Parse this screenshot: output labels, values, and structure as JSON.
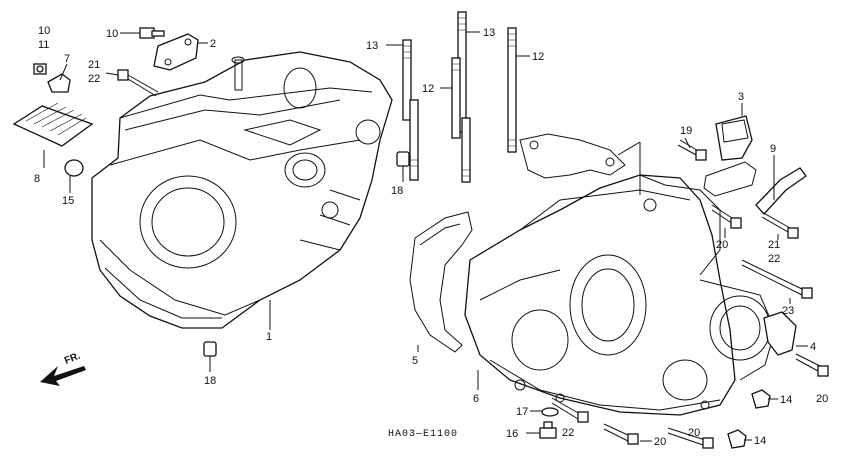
{
  "diagram": {
    "code": "HA03—E1100",
    "front_label": "FR.",
    "callouts": [
      {
        "id": "c10",
        "text": "10"
      },
      {
        "id": "c11",
        "text": "11"
      },
      {
        "id": "c7",
        "text": "7"
      },
      {
        "id": "c2",
        "text": "2"
      },
      {
        "id": "c21a",
        "text": "21"
      },
      {
        "id": "c22a",
        "text": "22"
      },
      {
        "id": "c8",
        "text": "8"
      },
      {
        "id": "c15",
        "text": "15"
      },
      {
        "id": "c1",
        "text": "1"
      },
      {
        "id": "c18a",
        "text": "18"
      },
      {
        "id": "c13a",
        "text": "13"
      },
      {
        "id": "c13b",
        "text": "13"
      },
      {
        "id": "c12a",
        "text": "12"
      },
      {
        "id": "c12b",
        "text": "12"
      },
      {
        "id": "c18b",
        "text": "18"
      },
      {
        "id": "c3",
        "text": "3"
      },
      {
        "id": "c19",
        "text": "19"
      },
      {
        "id": "c9",
        "text": "9"
      },
      {
        "id": "c20a",
        "text": "20"
      },
      {
        "id": "c21b",
        "text": "21"
      },
      {
        "id": "c22b",
        "text": "22"
      },
      {
        "id": "c23",
        "text": "23"
      },
      {
        "id": "c4",
        "text": "4"
      },
      {
        "id": "c5",
        "text": "5"
      },
      {
        "id": "c6",
        "text": "6"
      },
      {
        "id": "c20b",
        "text": "20"
      },
      {
        "id": "c14a",
        "text": "14"
      },
      {
        "id": "c17",
        "text": "17"
      },
      {
        "id": "c22c",
        "text": "22"
      },
      {
        "id": "c16",
        "text": "16"
      },
      {
        "id": "c20c",
        "text": "20"
      },
      {
        "id": "c20d",
        "text": "20"
      },
      {
        "id": "c14b",
        "text": "14"
      }
    ]
  }
}
